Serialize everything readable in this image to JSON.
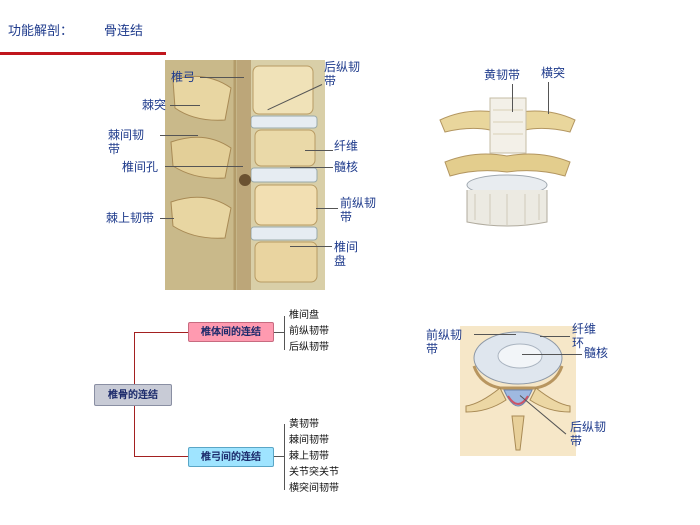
{
  "header": {
    "prefix": "功能解剖：",
    "title": "骨连结"
  },
  "figure1": {
    "labels": {
      "vertebral_arch": "椎弓",
      "spinous_process": "棘突",
      "interspinous_ligament_1": "棘间韧",
      "interspinous_ligament_2": "带",
      "intervertebral_foramen": "椎间孔",
      "supraspinous_ligament": "棘上韧带",
      "posterior_longitudinal_ligament_1": "后纵韧",
      "posterior_longitudinal_ligament_2": "带",
      "annulus_fibrosus": "纤维",
      "nucleus_pulposus": "髓核",
      "anterior_longitudinal_ligament_1": "前纵韧",
      "anterior_longitudinal_ligament_2": "带",
      "intervertebral_disc_1": "椎间",
      "intervertebral_disc_2": "盘"
    }
  },
  "figure2": {
    "labels": {
      "ligamentum_flavum": "黄韧带",
      "transverse_process": "横突"
    }
  },
  "figure3": {
    "labels": {
      "anterior_longitudinal_ligament_1": "前纵韧",
      "anterior_longitudinal_ligament_2": "带",
      "annulus_fibrosus_1": "纤维",
      "annulus_fibrosus_2": "环",
      "nucleus_pulposus": "髓核",
      "posterior_longitudinal_ligament_1": "后纵韧",
      "posterior_longitudinal_ligament_2": "带"
    }
  },
  "mindmap": {
    "root": "椎骨的连结",
    "branches": [
      {
        "label": "椎体间的连结",
        "items": [
          "椎间盘",
          "前纵韧带",
          "后纵韧带"
        ]
      },
      {
        "label": "椎弓间的连结",
        "items": [
          "黄韧带",
          "棘间韧带",
          "棘上韧带",
          "关节突关节",
          "横突间韧带"
        ]
      }
    ]
  },
  "colors": {
    "accent": "#c0161d",
    "label_text": "#1f3b8c",
    "box_fill": "#c8cbd6",
    "branch_fill_1": "#ff9ab0",
    "branch_fill_2": "#9fe4ff"
  }
}
